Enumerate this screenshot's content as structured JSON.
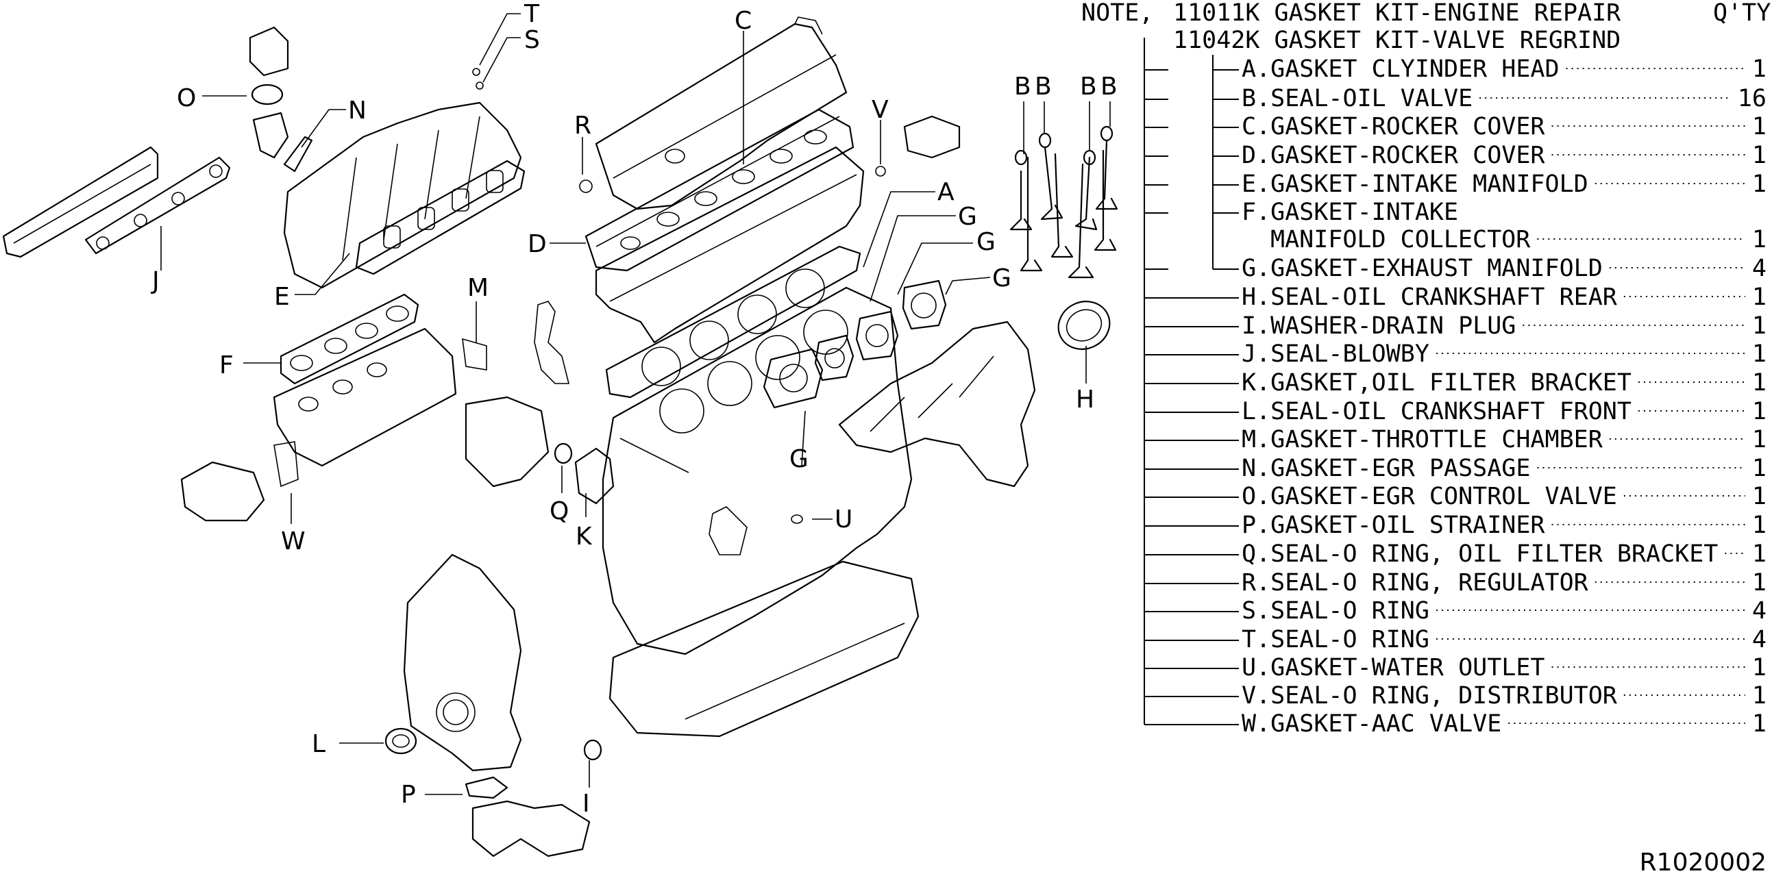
{
  "note": {
    "label": "NOTE,",
    "kit1": "11011K GASKET KIT-ENGINE REPAIR",
    "kit2": "11042K GASKET KIT-VALVE REGRIND",
    "qty_header": "Q'TY"
  },
  "parts": [
    {
      "code": "A",
      "name": "GASKET CLYINDER HEAD",
      "qty": "1"
    },
    {
      "code": "B",
      "name": "SEAL-OIL VALVE",
      "qty": "16"
    },
    {
      "code": "C",
      "name": "GASKET-ROCKER COVER",
      "qty": "1"
    },
    {
      "code": "D",
      "name": "GASKET-ROCKER COVER",
      "qty": "1"
    },
    {
      "code": "E",
      "name": "GASKET-INTAKE MANIFOLD",
      "qty": "1"
    },
    {
      "code": "F",
      "name": "GASKET-INTAKE",
      "name2": "MANIFOLD COLLECTOR",
      "qty": "1"
    },
    {
      "code": "G",
      "name": "GASKET-EXHAUST MANIFOLD",
      "qty": "4"
    },
    {
      "code": "H",
      "name": "SEAL-OIL CRANKSHAFT REAR",
      "qty": "1"
    },
    {
      "code": "I",
      "name": "WASHER-DRAIN PLUG",
      "qty": "1"
    },
    {
      "code": "J",
      "name": "SEAL-BLOWBY",
      "qty": "1"
    },
    {
      "code": "K",
      "name": "GASKET,OIL FILTER BRACKET",
      "qty": "1"
    },
    {
      "code": "L",
      "name": "SEAL-OIL CRANKSHAFT FRONT",
      "qty": "1"
    },
    {
      "code": "M",
      "name": "GASKET-THROTTLE CHAMBER",
      "qty": "1"
    },
    {
      "code": "N",
      "name": "GASKET-EGR PASSAGE",
      "qty": "1"
    },
    {
      "code": "O",
      "name": "GASKET-EGR CONTROL VALVE",
      "qty": "1"
    },
    {
      "code": "P",
      "name": "GASKET-OIL STRAINER",
      "qty": "1"
    },
    {
      "code": "Q",
      "name": "SEAL-O RING, OIL FILTER BRACKET",
      "qty": "1"
    },
    {
      "code": "R",
      "name": "SEAL-O RING, REGULATOR",
      "qty": "1"
    },
    {
      "code": "S",
      "name": "SEAL-O RING",
      "qty": "4"
    },
    {
      "code": "T",
      "name": "SEAL-O RING",
      "qty": "4"
    },
    {
      "code": "U",
      "name": "GASKET-WATER OUTLET",
      "qty": "1"
    },
    {
      "code": "V",
      "name": "SEAL-O RING, DISTRIBUTOR",
      "qty": "1"
    },
    {
      "code": "W",
      "name": "GASKET-AAC VALVE",
      "qty": "1"
    }
  ],
  "callouts": [
    "T",
    "S",
    "C",
    "R",
    "V",
    "A",
    "G",
    "G",
    "G",
    "O",
    "N",
    "D",
    "J",
    "E",
    "M",
    "F",
    "H",
    "G",
    "Q",
    "K",
    "U",
    "W",
    "L",
    "P",
    "I",
    "B",
    "B",
    "B",
    "B"
  ],
  "reference_code": "R1020002"
}
